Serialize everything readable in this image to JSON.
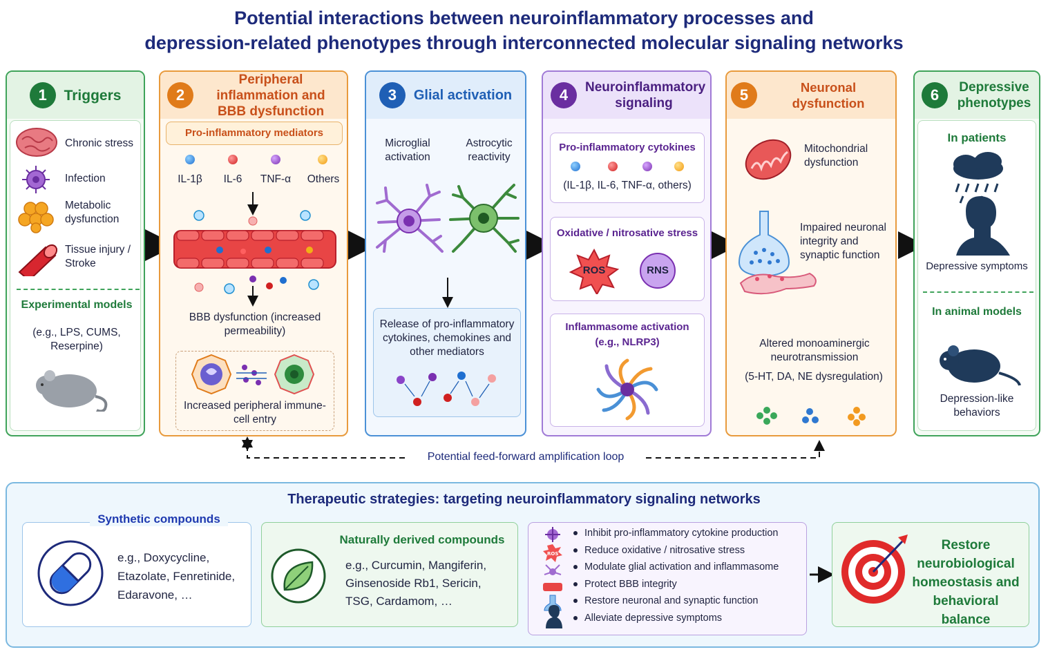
{
  "title_line1": "Potential interactions between neuroinflammatory processes and",
  "title_line2": "depression-related phenotypes through interconnected molecular signaling networks",
  "panel1": {
    "num": "1",
    "title": "Triggers",
    "items": [
      "Chronic stress",
      "Infection",
      "Metabolic dysfunction",
      "Tissue injury / Stroke"
    ],
    "exp_title": "Experimental models",
    "exp_text": "(e.g., LPS, CUMS, Reserpine)"
  },
  "panel2": {
    "num": "2",
    "title": "Peripheral inflammation and BBB dysfunction",
    "mediators": "Pro-inflammatory mediators",
    "labels": [
      "IL-1β",
      "IL-6",
      "TNF-α",
      "Others"
    ],
    "bbb": "BBB dysfunction (increased permeability)",
    "entry": "Increased peripheral immune-cell entry"
  },
  "panel3": {
    "num": "3",
    "title": "Glial activation",
    "micro": "Microglial activation",
    "astro": "Astrocytic reactivity",
    "release": "Release of pro-inflammatory cytokines, chemokines and other mediators"
  },
  "panel4": {
    "num": "4",
    "title": "Neuroinflammatory signaling",
    "cyto_title": "Pro-inflammatory cytokines",
    "cyto_text": "(IL-1β, IL-6, TNF-α, others)",
    "ox_title": "Oxidative / nitrosative stress",
    "ros": "ROS",
    "rns": "RNS",
    "infl_title": "Inflammasome activation",
    "infl_text": "(e.g., NLRP3)"
  },
  "panel5": {
    "num": "5",
    "title": "Neuronal dysfunction",
    "mito": "Mitochondrial dysfunction",
    "synaptic": "Impaired neuronal integrity and synaptic function",
    "mono": "Altered monoaminergic neurotransmission",
    "mono2": "(5-HT, DA, NE dysregulation)"
  },
  "panel6": {
    "num": "6",
    "title": "Depressive phenotypes",
    "patients": "In patients",
    "symptoms": "Depressive symptoms",
    "animal": "In animal models",
    "behaviors": "Depression-like behaviors"
  },
  "loop": "Potential feed-forward amplification loop",
  "therapy": {
    "title": "Therapeutic strategies: targeting neuroinflammatory signaling networks",
    "synthetic_title": "Synthetic compounds",
    "synthetic_text": "e.g., Doxycycline, Etazolate, Fenretinide, Edaravone, …",
    "natural_title": "Naturally derived compounds",
    "natural_text": "e.g., Curcumin, Mangiferin, Ginsenoside Rb1, Sericin, TSG, Cardamom, …",
    "ros_icon": "ROS",
    "bullets": [
      "Inhibit pro-inflammatory cytokine production",
      "Reduce oxidative / nitrosative stress",
      "Modulate glial activation and inflammasome",
      "Protect BBB integrity",
      "Restore neuronal and synaptic function",
      "Alleviate depressive symptoms"
    ],
    "restore": "Restore neurobiological homeostasis and behavioral balance"
  },
  "colors": {
    "green": "#1e7a3a",
    "orange": "#e07b1a",
    "blue": "#1f5fb5",
    "purple": "#6a2ea0",
    "navy": "#1d2a7a"
  }
}
